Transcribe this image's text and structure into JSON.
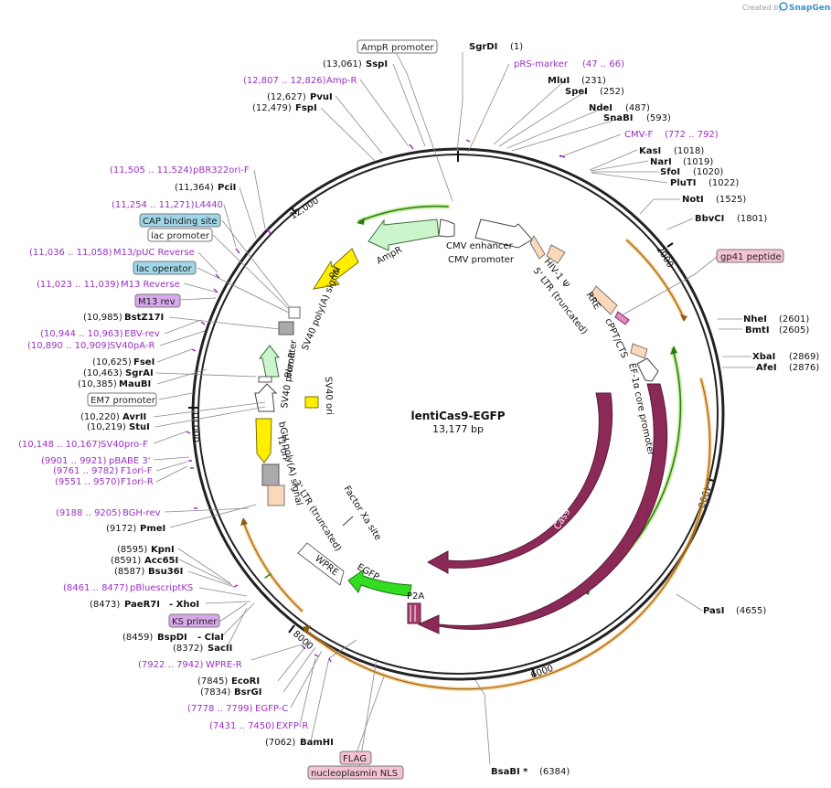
{
  "credit": {
    "prefix": "Created by",
    "brand": "SnapGene"
  },
  "plasmid": {
    "name": "lentiCas9-EGFP",
    "size": "13,177 bp"
  },
  "ticks": [
    "2000",
    "4000",
    "6000",
    "8000",
    "10,000",
    "12,000"
  ],
  "sites_right": [
    {
      "name": "SgrDI",
      "pos": "(1)"
    },
    {
      "name": "pRS-marker",
      "pos": "(47 .. 66)",
      "primer": true
    },
    {
      "name": "MluI",
      "pos": "(231)"
    },
    {
      "name": "SpeI",
      "pos": "(252)"
    },
    {
      "name": "NdeI",
      "pos": "(487)"
    },
    {
      "name": "SnaBI",
      "pos": "(593)"
    },
    {
      "name": "CMV-F",
      "pos": "(772 .. 792)",
      "primer": true
    },
    {
      "name": "KasI",
      "pos": "(1018)"
    },
    {
      "name": "NarI",
      "pos": "(1019)"
    },
    {
      "name": "SfoI",
      "pos": "(1020)"
    },
    {
      "name": "PluTI",
      "pos": "(1022)"
    },
    {
      "name": "NotI",
      "pos": "(1525)"
    },
    {
      "name": "BbvCI",
      "pos": "(1801)"
    },
    {
      "name": "NheI",
      "pos": "(2601)"
    },
    {
      "name": "BmtI",
      "pos": "(2605)"
    },
    {
      "name": "XbaI",
      "pos": "(2869)"
    },
    {
      "name": "AfeI",
      "pos": "(2876)"
    },
    {
      "name": "PasI",
      "pos": "(4655)"
    },
    {
      "name": "BsaBI *",
      "pos": "(6384)"
    }
  ],
  "sites_left": [
    {
      "name": "SspI",
      "pos": "(13,061)"
    },
    {
      "name": "Amp-R",
      "pos": "(12,807 .. 12,826)",
      "primer": true
    },
    {
      "name": "PvuI",
      "pos": "(12,627)"
    },
    {
      "name": "FspI",
      "pos": "(12,479)"
    },
    {
      "name": "pBR322ori-F",
      "pos": "(11,505 .. 11,524)",
      "primer": true
    },
    {
      "name": "PciI",
      "pos": "(11,364)"
    },
    {
      "name": "L4440",
      "pos": "(11,254 .. 11,271)",
      "primer": true
    },
    {
      "name": "M13/pUC Reverse",
      "pos": "(11,036 .. 11,058)",
      "primer": true
    },
    {
      "name": "M13 Reverse",
      "pos": "(11,023 .. 11,039)",
      "primer": true
    },
    {
      "name": "BstZ17I",
      "pos": "(10,985)"
    },
    {
      "name": "EBV-rev",
      "pos": "(10,944 .. 10,963)",
      "primer": true
    },
    {
      "name": "SV40pA-R",
      "pos": "(10,890 .. 10,909)",
      "primer": true
    },
    {
      "name": "FseI",
      "pos": "(10,625)"
    },
    {
      "name": "SgrAI",
      "pos": "(10,463)"
    },
    {
      "name": "MauBI",
      "pos": "(10,385)"
    },
    {
      "name": "AvrII",
      "pos": "(10,220)"
    },
    {
      "name": "StuI",
      "pos": "(10,219)"
    },
    {
      "name": "SV40pro-F",
      "pos": "(10,148 .. 10,167)",
      "primer": true
    },
    {
      "name": "pBABE 3'",
      "pos": "(9901 .. 9921)",
      "primer": true
    },
    {
      "name": "F1ori-F",
      "pos": "(9761 .. 9782)",
      "primer": true
    },
    {
      "name": "F1ori-R",
      "pos": "(9551 .. 9570)",
      "primer": true
    },
    {
      "name": "BGH-rev",
      "pos": "(9188 .. 9205)",
      "primer": true
    },
    {
      "name": "PmeI",
      "pos": "(9172)"
    },
    {
      "name": "KpnI",
      "pos": "(8595)"
    },
    {
      "name": "Acc65I",
      "pos": "(8591)"
    },
    {
      "name": "Bsu36I",
      "pos": "(8587)"
    },
    {
      "name": "pBluescriptKS",
      "pos": "(8461 .. 8477)",
      "primer": true
    },
    {
      "name": "PaeR7I",
      "name2": "- XhoI",
      "pos": "(8473)"
    },
    {
      "name": "BspDI",
      "name2": "- ClaI",
      "pos": "(8459)"
    },
    {
      "name": "SacII",
      "pos": "(8372)"
    },
    {
      "name": "WPRE-R",
      "pos": "(7922 .. 7942)",
      "primer": true
    },
    {
      "name": "EcoRI",
      "pos": "(7845)"
    },
    {
      "name": "BsrGI",
      "pos": "(7834)"
    },
    {
      "name": "EGFP-C",
      "pos": "(7778 .. 7799)",
      "primer": true
    },
    {
      "name": "EXFP-R",
      "pos": "(7431 .. 7450)",
      "primer": true
    },
    {
      "name": "BamHI",
      "pos": "(7062)"
    }
  ],
  "boxed_labels": {
    "ampr_promoter": "AmpR promoter",
    "gp41": "gp41 peptide",
    "cap": "CAP binding site",
    "lac_promoter": "lac promoter",
    "lac_operator": "lac operator",
    "m13rev": "M13 rev",
    "em7": "EM7 promoter",
    "ks_primer": "KS primer",
    "flag": "FLAG",
    "nls": "nucleoplasmin NLS"
  },
  "features": {
    "cmv_enhancer": "CMV enhancer",
    "cmv_promoter": "CMV promoter",
    "hiv_psi": "HIV-1 Ψ",
    "ltr5": "5' LTR (truncated)",
    "rre": "RRE",
    "cppt": "cPPT/CTS",
    "ef1a": "EF-1α core promoter",
    "cas9_a": "Cas9",
    "cas9_b": "Cas9",
    "p2a": "P2A",
    "egfp": "EGFP",
    "wpre": "WPRE",
    "factor_xa": "Factor Xa site",
    "ltr3": "3' LTR (truncated)",
    "bgh": "bGH poly(A) signal",
    "f1ori": "f1 ori",
    "sv40ori": "SV40 ori",
    "sv40prom": "SV40 promoter",
    "bleor": "BleoR",
    "sv40polya": "SV40 poly(A) signal",
    "ori": "ori",
    "ampr": "AmpR"
  },
  "colors": {
    "cas9": "#8b2a57",
    "egfp": "#33dd22",
    "ori": "#ffee00",
    "ampr": "#ccf5cc",
    "ltr": "#fbd9b8",
    "orf_outline": "#f0a030",
    "primer": "#9a2fc4"
  }
}
